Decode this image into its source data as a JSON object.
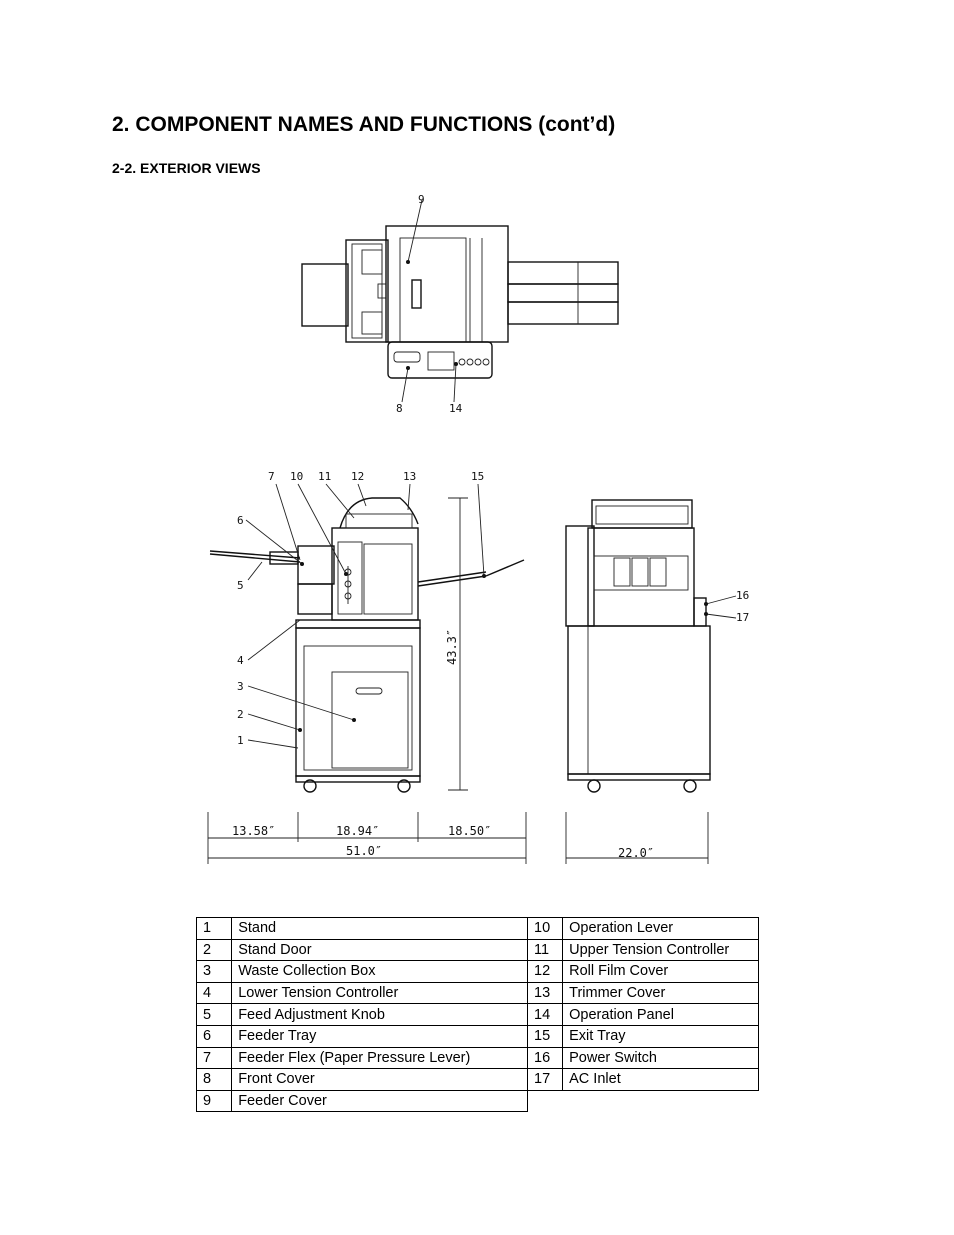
{
  "heading": "2. COMPONENT NAMES AND FUNCTIONS (cont’d)",
  "subheading": "2-2. EXTERIOR VIEWS",
  "figure": {
    "callouts": [
      "1",
      "2",
      "3",
      "4",
      "5",
      "6",
      "7",
      "8",
      "9",
      "10",
      "11",
      "12",
      "13",
      "14",
      "15",
      "16",
      "17"
    ],
    "dimensions": {
      "height": "43.3″",
      "feeder": "13.58″",
      "body": "18.94″",
      "exit": "18.50″",
      "total_width": "51.0″",
      "depth": "22.0″"
    }
  },
  "parts_left": [
    {
      "num": "1",
      "name": "Stand"
    },
    {
      "num": "2",
      "name": "Stand Door"
    },
    {
      "num": "3",
      "name": "Waste Collection Box"
    },
    {
      "num": "4",
      "name": "Lower Tension Controller"
    },
    {
      "num": "5",
      "name": "Feed Adjustment Knob"
    },
    {
      "num": "6",
      "name": "Feeder Tray"
    },
    {
      "num": "7",
      "name": "Feeder Flex (Paper Pressure Lever)"
    },
    {
      "num": "8",
      "name": "Front Cover"
    },
    {
      "num": "9",
      "name": "Feeder Cover"
    }
  ],
  "parts_right": [
    {
      "num": "10",
      "name": "Operation Lever"
    },
    {
      "num": "11",
      "name": "Upper Tension Controller"
    },
    {
      "num": "12",
      "name": "Roll Film Cover"
    },
    {
      "num": "13",
      "name": "Trimmer Cover"
    },
    {
      "num": "14",
      "name": "Operation Panel"
    },
    {
      "num": "15",
      "name": "Exit Tray"
    },
    {
      "num": "16",
      "name": "Power Switch"
    },
    {
      "num": "17",
      "name": "AC Inlet"
    }
  ]
}
